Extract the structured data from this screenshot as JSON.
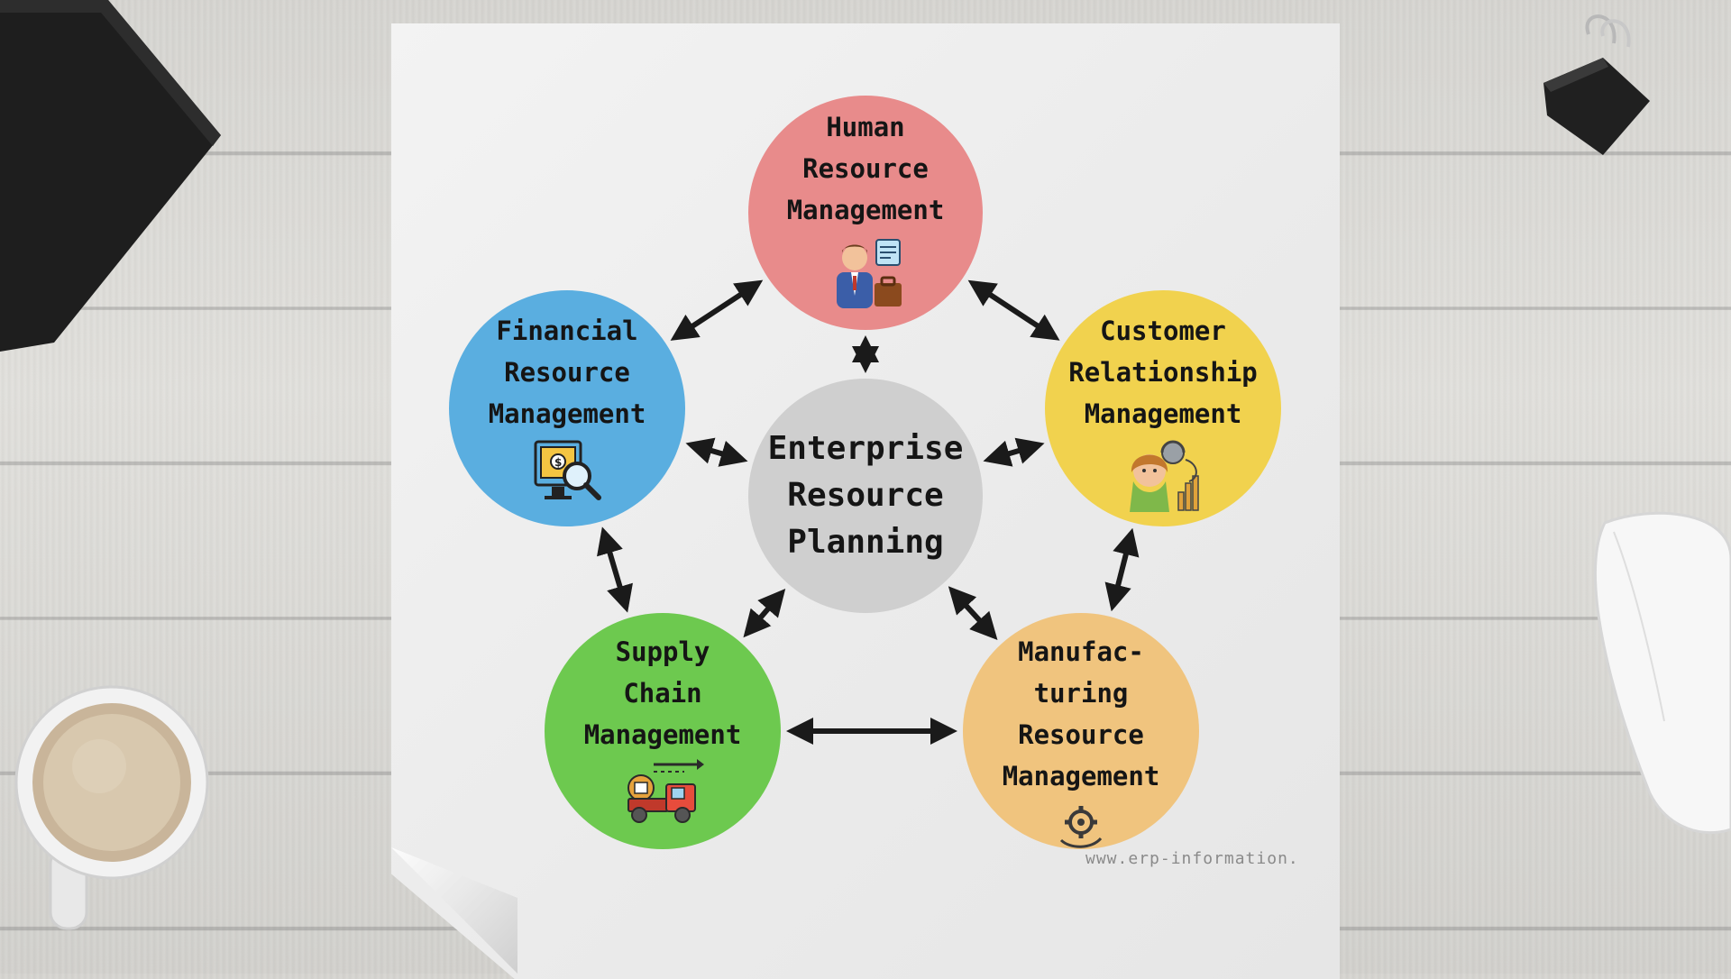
{
  "diagram": {
    "center": {
      "label": "Enterprise\nResource\nPlanning",
      "color": "#cfcfcf"
    },
    "nodes": [
      {
        "id": "hr",
        "label": "Human\nResource\nManagement",
        "color": "#e88b8b",
        "icon": "employee-icon"
      },
      {
        "id": "crm",
        "label": "Customer\nRelationship\nManagement",
        "color": "#f1d24e",
        "icon": "customer-support-icon"
      },
      {
        "id": "mfg",
        "label": "Manufac-\nturing\nResource\nManagement",
        "color": "#f0c47e",
        "icon": "gear-hand-icon"
      },
      {
        "id": "scm",
        "label": "Supply\nChain\nManagement",
        "color": "#6dc94f",
        "icon": "delivery-truck-icon"
      },
      {
        "id": "fin",
        "label": "Financial\nResource\nManagement",
        "color": "#5aaee0",
        "icon": "financial-analysis-icon"
      }
    ],
    "connections": [
      [
        "hr",
        "erp"
      ],
      [
        "hr",
        "crm"
      ],
      [
        "hr",
        "fin"
      ],
      [
        "crm",
        "erp"
      ],
      [
        "crm",
        "mfg"
      ],
      [
        "mfg",
        "erp"
      ],
      [
        "mfg",
        "scm"
      ],
      [
        "scm",
        "erp"
      ],
      [
        "scm",
        "fin"
      ],
      [
        "fin",
        "erp"
      ]
    ]
  },
  "watermark": "www.erp-information.",
  "colors": {
    "arrow": "#1a1a1a",
    "paper": "#efefef",
    "desk": "#d8d7d3"
  }
}
